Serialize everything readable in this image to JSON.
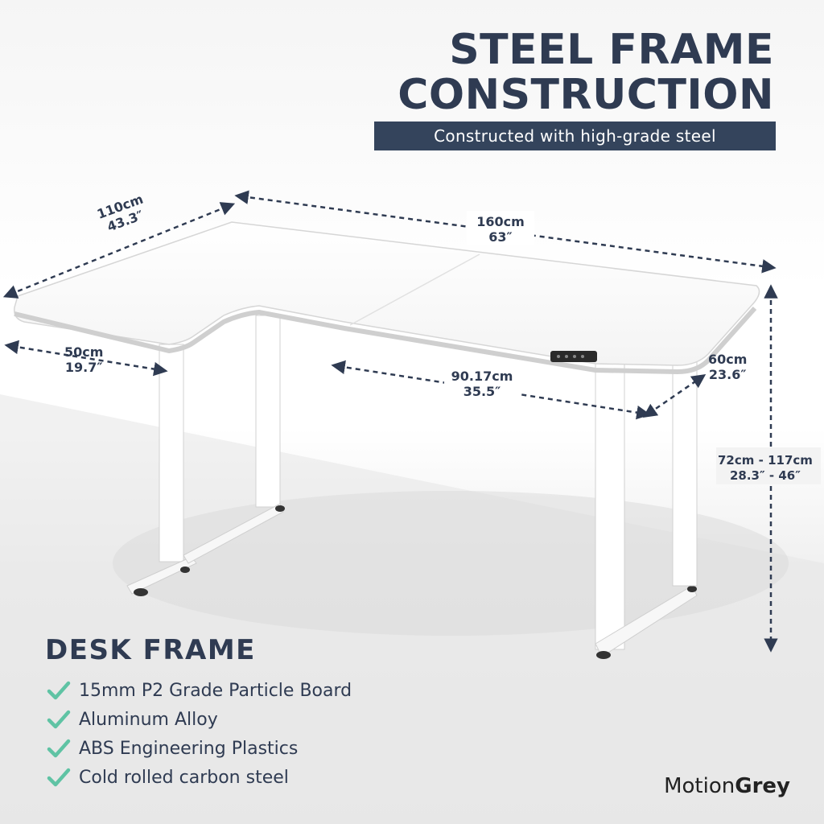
{
  "header": {
    "title_line1": "STEEL FRAME",
    "title_line2": "CONSTRUCTION",
    "subtitle": "Constructed with high-grade steel"
  },
  "dimensions": {
    "depth_left": {
      "metric": "110cm",
      "imperial": "43.3″"
    },
    "width": {
      "metric": "160cm",
      "imperial": "63″"
    },
    "return_width": {
      "metric": "50cm",
      "imperial": "19.7″"
    },
    "inner_length": {
      "metric": "90.17cm",
      "imperial": "35.5″"
    },
    "main_depth": {
      "metric": "60cm",
      "imperial": "23.6″"
    },
    "height": {
      "metric": "72cm - 117cm",
      "imperial": "28.3″ - 46″"
    }
  },
  "desk_frame": {
    "heading": "DESK FRAME",
    "features": [
      "15mm P2 Grade Particle Board",
      "Aluminum Alloy",
      "ABS Engineering Plastics",
      "Cold rolled carbon steel"
    ],
    "check_icon": "check-icon",
    "check_color": "#5fc3a4"
  },
  "brand": {
    "part1": "Motion",
    "part2": "Grey"
  },
  "colors": {
    "navy": "#2f3b52",
    "bar": "#34445c"
  }
}
